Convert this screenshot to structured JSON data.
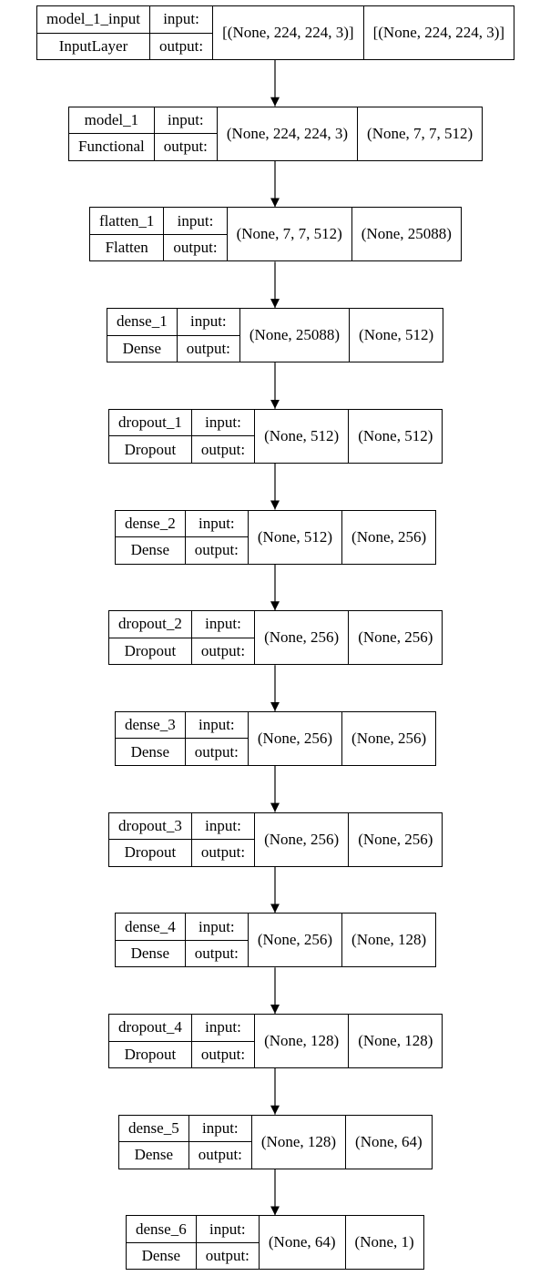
{
  "io_labels": {
    "input": "input:",
    "output": "output:"
  },
  "layers": [
    {
      "name": "model_1_input",
      "type": "InputLayer",
      "input_shape": "[(None, 224, 224, 3)]",
      "output_shape": "[(None, 224, 224, 3)]"
    },
    {
      "name": "model_1",
      "type": "Functional",
      "input_shape": "(None, 224, 224, 3)",
      "output_shape": "(None, 7, 7, 512)"
    },
    {
      "name": "flatten_1",
      "type": "Flatten",
      "input_shape": "(None, 7, 7, 512)",
      "output_shape": "(None, 25088)"
    },
    {
      "name": "dense_1",
      "type": "Dense",
      "input_shape": "(None, 25088)",
      "output_shape": "(None, 512)"
    },
    {
      "name": "dropout_1",
      "type": "Dropout",
      "input_shape": "(None, 512)",
      "output_shape": "(None, 512)"
    },
    {
      "name": "dense_2",
      "type": "Dense",
      "input_shape": "(None, 512)",
      "output_shape": "(None, 256)"
    },
    {
      "name": "dropout_2",
      "type": "Dropout",
      "input_shape": "(None, 256)",
      "output_shape": "(None, 256)"
    },
    {
      "name": "dense_3",
      "type": "Dense",
      "input_shape": "(None, 256)",
      "output_shape": "(None, 256)"
    },
    {
      "name": "dropout_3",
      "type": "Dropout",
      "input_shape": "(None, 256)",
      "output_shape": "(None, 256)"
    },
    {
      "name": "dense_4",
      "type": "Dense",
      "input_shape": "(None, 256)",
      "output_shape": "(None, 128)"
    },
    {
      "name": "dropout_4",
      "type": "Dropout",
      "input_shape": "(None, 128)",
      "output_shape": "(None, 128)"
    },
    {
      "name": "dense_5",
      "type": "Dense",
      "input_shape": "(None, 128)",
      "output_shape": "(None, 64)"
    },
    {
      "name": "dense_6",
      "type": "Dense",
      "input_shape": "(None, 64)",
      "output_shape": "(None, 1)"
    }
  ]
}
